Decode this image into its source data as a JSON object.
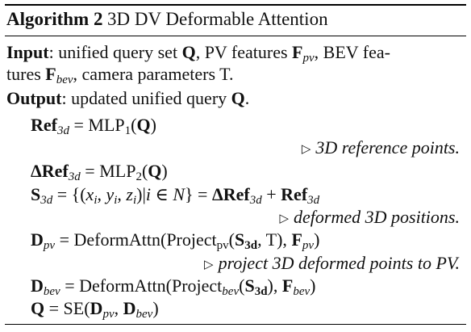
{
  "algorithm": {
    "label": "Algorithm 2",
    "title": "3D DV Deformable Attention"
  },
  "input": {
    "label": "Input",
    "text_a": ": unified query set ",
    "q": "Q",
    "text_b": ", PV features ",
    "f": "F",
    "pv": "pv",
    "text_c": ", BEV fea-",
    "text_d": "tures ",
    "bev": "bev",
    "text_e": ", camera parameters T."
  },
  "output": {
    "label": "Output",
    "text_a": ": updated unified query ",
    "q": "Q",
    "text_b": "."
  },
  "steps": {
    "s1": {
      "lhs": "Ref",
      "sub": "3d",
      "eq": " = MLP",
      "msub": "1",
      "arg": "(",
      "q": "Q",
      "close": ")"
    },
    "c1": {
      "tri": "▷",
      "text": "3D reference points."
    },
    "s2": {
      "delta": "ΔRef",
      "sub": "3d",
      "eq": " = MLP",
      "msub": "2",
      "arg": "(",
      "q": "Q",
      "close": ")"
    },
    "s3": {
      "lhs": "S",
      "sub": "3d",
      "eq": " = {(",
      "x": "x",
      "i1": "i",
      "c1": ", ",
      "y": "y",
      "i2": "i",
      "c2": ", ",
      "z": "z",
      "i3": "i",
      "mid": ")|",
      "iv": "i",
      "in": " ∈ ",
      "n": "N",
      "end": "} = ",
      "delta": "ΔRef",
      "sub2": "3d",
      "plus": " + ",
      "ref": "Ref",
      "sub3": "3d"
    },
    "c3": {
      "tri": "▷",
      "text": "deformed 3D positions."
    },
    "s4": {
      "lhs": "D",
      "sub": "pv",
      "eq": " = DeformAttn(Project",
      "psub": "pv",
      "open": "(",
      "s": "S",
      "ssub": "3d",
      "mid": ", T), ",
      "f": "F",
      "fsub": "pv",
      "close": ")"
    },
    "c4": {
      "tri": "▷",
      "text": "project 3D deformed points to PV."
    },
    "s5": {
      "lhs": "D",
      "sub": "bev",
      "eq": " = DeformAttn(Project",
      "psub": "bev",
      "open": "(",
      "s": "S",
      "ssub": "3d",
      "mid": "), ",
      "f": "F",
      "fsub": "bev",
      "close": ")"
    },
    "s6": {
      "lhs": "Q",
      "eq": " = SE(",
      "d1": "D",
      "d1sub": "pv",
      "comma": ", ",
      "d2": "D",
      "d2sub": "bev",
      "close": ")"
    }
  }
}
